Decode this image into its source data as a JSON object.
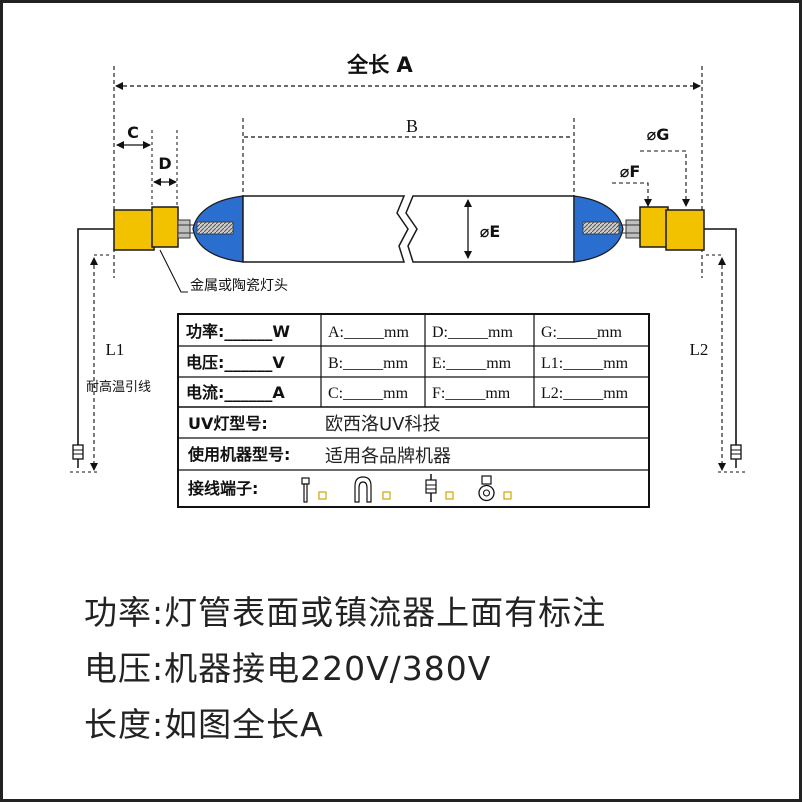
{
  "diagram": {
    "total_length_label": "全长 A",
    "label_b": "B",
    "label_c": "C",
    "label_d": "D",
    "label_e": "⌀E",
    "label_f": "⌀F",
    "label_g": "⌀G",
    "label_l1": "L1",
    "label_l2": "L2",
    "cap_note": "金属或陶瓷灯头",
    "wire_note": "耐高温引线"
  },
  "spec_table": {
    "rows": [
      [
        "功率:______W",
        "A:_____mm",
        "D:_____mm",
        "G:_____mm"
      ],
      [
        "电压:______V",
        "B:_____mm",
        "E:_____mm",
        "L1:_____mm"
      ],
      [
        "电流:______A",
        "C:_____mm",
        "F:_____mm",
        "L2:_____mm"
      ]
    ],
    "uv_model_label": "UV灯型号:",
    "uv_model_value": "欧西洛UV科技",
    "machine_model_label": "使用机器型号:",
    "machine_model_value": "适用各品牌机器",
    "terminal_label": "接线端子:"
  },
  "footer": {
    "line1": "功率:灯管表面或镇流器上面有标注",
    "line2": "电压:机器接电220V/380V",
    "line3": "长度:如图全长A"
  },
  "colors": {
    "cap_yellow": "#f2c200",
    "bulb_blue": "#2a6fd0",
    "outline": "#1a1a1a"
  }
}
